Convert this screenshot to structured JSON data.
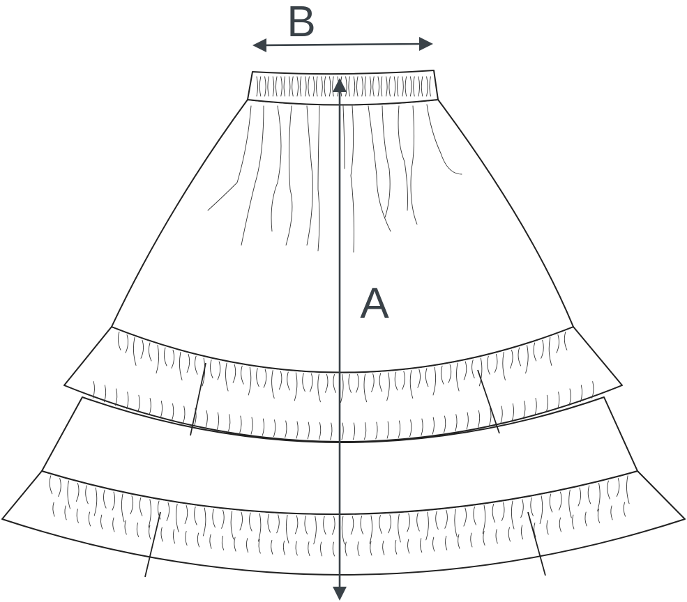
{
  "diagram": {
    "subject": "tiered-skirt-measurement",
    "labels": {
      "length": "A",
      "waist_width": "B"
    },
    "colors": {
      "outline": "#222222",
      "dimension": "#3a4248",
      "background": "#ffffff"
    }
  }
}
